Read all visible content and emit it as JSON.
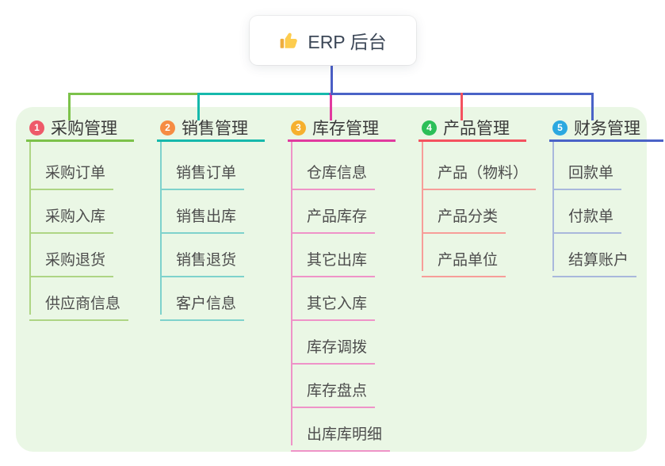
{
  "root": {
    "title": "ERP 后台",
    "icon": "thumbs-up-icon",
    "box_color": "#ffffff",
    "line_color": "#4a5ec5"
  },
  "canvas": {
    "panel_color": "#eaf7e5",
    "background": "#ffffff"
  },
  "branches": [
    {
      "number": "1",
      "label": "采购管理",
      "badge_color": "#ee5a6a",
      "line_color": "#7cc24a",
      "line_light": "#aed584",
      "children": [
        "采购订单",
        "采购入库",
        "采购退货",
        "供应商信息"
      ]
    },
    {
      "number": "2",
      "label": "销售管理",
      "badge_color": "#f68c43",
      "line_color": "#16b9ac",
      "line_light": "#7ed2cc",
      "children": [
        "销售订单",
        "销售出库",
        "销售退货",
        "客户信息"
      ]
    },
    {
      "number": "3",
      "label": "库存管理",
      "badge_color": "#f6b02e",
      "line_color": "#e13a9f",
      "line_light": "#ef93c8",
      "children": [
        "仓库信息",
        "产品库存",
        "其它出库",
        "其它入库",
        "库存调拨",
        "库存盘点",
        "出库库明细"
      ]
    },
    {
      "number": "4",
      "label": "产品管理",
      "badge_color": "#2cbf58",
      "line_color": "#f4525f",
      "line_light": "#f79d99",
      "children": [
        "产品（物料）",
        "产品分类",
        "产品单位"
      ]
    },
    {
      "number": "5",
      "label": "财务管理",
      "badge_color": "#2ba8e0",
      "line_color": "#4a63c7",
      "line_light": "#a9b8dc",
      "children": [
        "回款单",
        "付款单",
        "结算账户"
      ]
    }
  ]
}
